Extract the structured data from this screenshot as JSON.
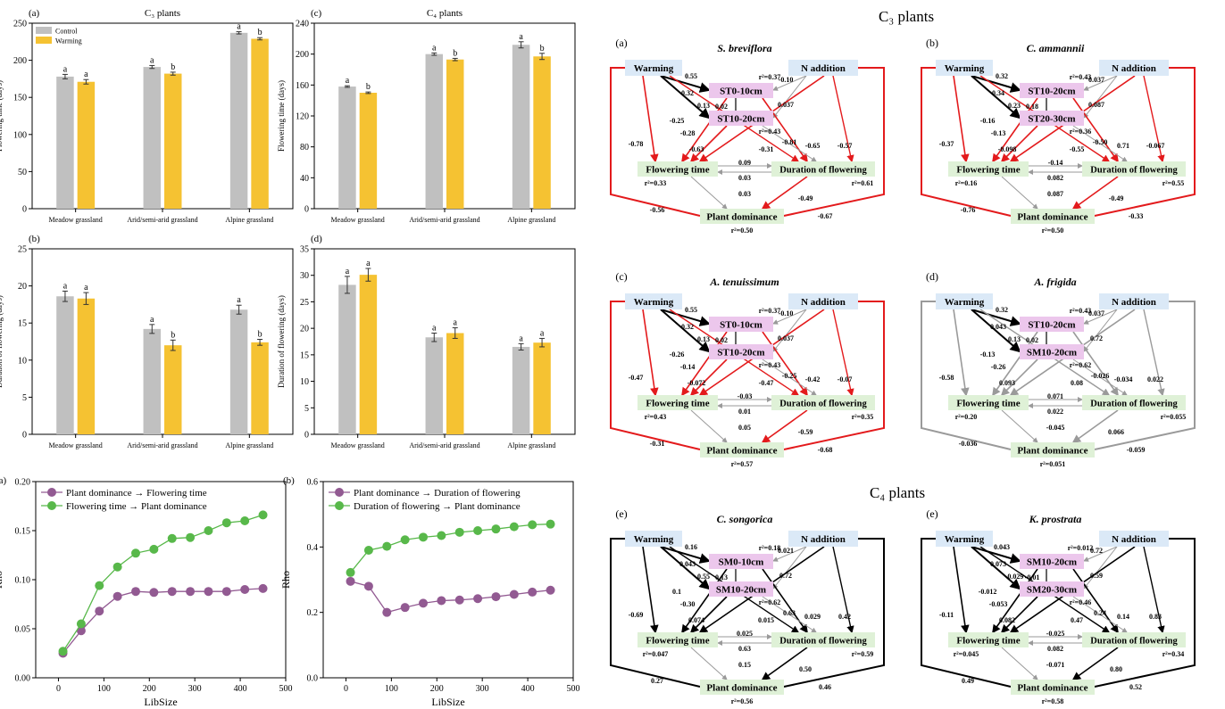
{
  "c3_heading": "C₃ plants",
  "c4_heading": "C₄ plants",
  "charts": [
    {
      "id": "fl_c3",
      "panel": "(a)",
      "title": "C₃ plants",
      "ylabel": "Flowering time (days)"
    },
    {
      "id": "fl_c4",
      "panel": "(c)",
      "title": "C₄ plants",
      "ylabel": "Flowering time (days)"
    },
    {
      "id": "du_c3",
      "panel": "(b)",
      "title": "",
      "ylabel": "Duration of flowering (days)"
    },
    {
      "id": "du_c4",
      "panel": "(d)",
      "title": "",
      "ylabel": "Duration of flowering (days)"
    },
    {
      "id": "rho1",
      "panel": "(a)",
      "title": "",
      "ylabel": "Rho",
      "xlabel": "LibSize"
    },
    {
      "id": "rho2",
      "panel": "(b)",
      "title": "",
      "ylabel": "Rho",
      "xlabel": "LibSize"
    }
  ],
  "chart_data": [
    {
      "type": "bar",
      "id": "fl_c3",
      "categories": [
        "Meadow grassland",
        "Arid/semi-arid grassland",
        "Alpine grassland"
      ],
      "series": [
        {
          "name": "Control",
          "values": [
            178,
            191,
            237
          ],
          "errors": [
            3,
            2,
            1.5
          ],
          "letters": [
            "a",
            "a",
            "a"
          ]
        },
        {
          "name": "Warming",
          "values": [
            171,
            182,
            229
          ],
          "errors": [
            3,
            2,
            1.5
          ],
          "letters": [
            "a",
            "b",
            "b"
          ]
        }
      ],
      "ylim": [
        0,
        250
      ],
      "yticks": [
        0,
        50,
        100,
        150,
        200,
        250
      ],
      "legend": "top-left"
    },
    {
      "type": "bar",
      "id": "fl_c4",
      "categories": [
        "Meadow grassland",
        "Arid/semi-arid grassland",
        "Alpine grassland"
      ],
      "series": [
        {
          "name": "Control",
          "values": [
            158,
            200,
            212
          ],
          "errors": [
            1,
            1.5,
            4
          ],
          "letters": [
            "a",
            "a",
            "a"
          ]
        },
        {
          "name": "Warming",
          "values": [
            150,
            193,
            197
          ],
          "errors": [
            1,
            1.5,
            4
          ],
          "letters": [
            "b",
            "b",
            "b"
          ]
        }
      ],
      "ylim": [
        0,
        240
      ],
      "yticks": [
        0,
        40,
        80,
        120,
        160,
        200,
        240
      ]
    },
    {
      "type": "bar",
      "id": "du_c3",
      "categories": [
        "Meadow grassland",
        "Arid/semi-arid grassland",
        "Alpine grassland"
      ],
      "series": [
        {
          "name": "Control",
          "values": [
            18.6,
            14.2,
            16.8
          ],
          "errors": [
            0.7,
            0.6,
            0.6
          ],
          "letters": [
            "a",
            "a",
            "a"
          ]
        },
        {
          "name": "Warming",
          "values": [
            18.3,
            12.0,
            12.4
          ],
          "errors": [
            0.8,
            0.7,
            0.4
          ],
          "letters": [
            "a",
            "b",
            "b"
          ]
        }
      ],
      "ylim": [
        0,
        25
      ],
      "yticks": [
        0,
        5,
        10,
        15,
        20,
        25
      ]
    },
    {
      "type": "bar",
      "id": "du_c4",
      "categories": [
        "Meadow grassland",
        "Arid/semi-arid grassland",
        "Alpine grassland"
      ],
      "series": [
        {
          "name": "Control",
          "values": [
            28.2,
            18.3,
            16.5
          ],
          "errors": [
            1.6,
            0.8,
            0.6
          ],
          "letters": [
            "a",
            "a",
            "a"
          ]
        },
        {
          "name": "Warming",
          "values": [
            30.1,
            19.1,
            17.3
          ],
          "errors": [
            1.2,
            1.0,
            0.8
          ],
          "letters": [
            "a",
            "a",
            "a"
          ]
        }
      ],
      "ylim": [
        0,
        35
      ],
      "yticks": [
        0,
        5,
        10,
        15,
        20,
        25,
        30,
        35
      ]
    },
    {
      "type": "line",
      "id": "rho1",
      "x": [
        10,
        50,
        90,
        130,
        170,
        210,
        250,
        290,
        330,
        370,
        410,
        450
      ],
      "series": [
        {
          "name": "Plant dominance → Flowering time",
          "values": [
            0.025,
            0.048,
            0.068,
            0.083,
            0.088,
            0.087,
            0.088,
            0.088,
            0.088,
            0.088,
            0.09,
            0.091
          ]
        },
        {
          "name": "Flowering time → Plant dominance",
          "values": [
            0.027,
            0.055,
            0.094,
            0.113,
            0.127,
            0.131,
            0.142,
            0.143,
            0.15,
            0.158,
            0.16,
            0.166
          ]
        }
      ],
      "xlim": [
        -50,
        500
      ],
      "xticks": [
        0,
        100,
        200,
        300,
        400,
        500
      ],
      "ylim": [
        0,
        0.2
      ],
      "yticks": [
        0.0,
        0.05,
        0.1,
        0.15,
        0.2
      ],
      "legend": "top-left"
    },
    {
      "type": "line",
      "id": "rho2",
      "x": [
        10,
        50,
        90,
        130,
        170,
        210,
        250,
        290,
        330,
        370,
        410,
        450
      ],
      "series": [
        {
          "name": "Plant dominance → Duration of flowering",
          "values": [
            0.295,
            0.28,
            0.2,
            0.215,
            0.228,
            0.236,
            0.238,
            0.242,
            0.248,
            0.255,
            0.262,
            0.268
          ]
        },
        {
          "name": "Duration of flowering → Plant dominance",
          "values": [
            0.322,
            0.39,
            0.402,
            0.422,
            0.43,
            0.435,
            0.445,
            0.45,
            0.455,
            0.462,
            0.468,
            0.47
          ]
        }
      ],
      "xlim": [
        -50,
        500
      ],
      "xticks": [
        0,
        100,
        200,
        300,
        400,
        500
      ],
      "ylim": [
        0,
        0.6
      ],
      "yticks": [
        0.0,
        0.2,
        0.4,
        0.6
      ],
      "legend": "top-left"
    }
  ],
  "diagrams": [
    {
      "id": "d1",
      "panel": "(a)",
      "species": "S. breviflora",
      "st1": "ST0-10cm",
      "st2": "ST10-20cm",
      "r_st1": "r²=0.37",
      "r_st2": "r²=0.43",
      "r_ft": "r²=0.33",
      "r_df": "r²=0.61",
      "r_pd": "r²=0.50",
      "labels": [
        "0.55",
        "0.32",
        "0.13",
        "0.02",
        "-0.25",
        "-0.28",
        "-0.63",
        "-0.10",
        "0.037",
        "-0.81",
        "-0.31",
        "-0.65",
        "-0.57",
        "-0.78",
        "0.09",
        "0.03",
        "0.03",
        "-0.49",
        "-0.56",
        "-0.67"
      ]
    },
    {
      "id": "d2",
      "panel": "(b)",
      "species": "C. ammannii",
      "st1": "ST10-20cm",
      "st2": "ST20-30cm",
      "r_st1": "r²=0.43",
      "r_st2": "r²=0.36",
      "r_ft": "r²=0.16",
      "r_df": "r²=0.55",
      "r_pd": "r²=0.50",
      "labels": [
        "0.32",
        "0.34",
        "0.23",
        "0.18",
        "-0.16",
        "-0.13",
        "-0.098",
        "0.037",
        "0.087",
        "-0.50",
        "-0.55",
        "0.71",
        "-0.067",
        "-0.37",
        "-0.14",
        "0.082",
        "0.087",
        "-0.49",
        "-0.76",
        "-0.33"
      ]
    },
    {
      "id": "d3",
      "panel": "(c)",
      "species": "A. tenuissimum",
      "st1": "ST0-10cm",
      "st2": "ST10-20cm",
      "r_st1": "r²=0.37",
      "r_st2": "r²=0.43",
      "r_ft": "r²=0.43",
      "r_df": "r²=0.35",
      "r_pd": "r²=0.57",
      "labels": [
        "0.55",
        "0.32",
        "0.13",
        "0.02",
        "-0.26",
        "-0.14",
        "-0.072",
        "-0.10",
        "0.037",
        "-0.25",
        "-0.47",
        "-0.42",
        "-0.07",
        "-0.47",
        "-0.03",
        "0.01",
        "0.05",
        "-0.59",
        "-0.31",
        "-0.68"
      ]
    },
    {
      "id": "d4",
      "panel": "(d)",
      "species": "A. frigida",
      "st1": "ST10-20cm",
      "st2": "SM10-20cm",
      "r_st1": "r²=0.43",
      "r_st2": "r²=0.62",
      "r_ft": "r²=0.20",
      "r_df": "r²=0.055",
      "r_pd": "r²=0.051",
      "labels": [
        "0.32",
        "0.043",
        "0.13",
        "0.02",
        "-0.13",
        "-0.26",
        "0.093",
        "0.037",
        "0.72",
        "-0.026",
        "0.08",
        "-0.034",
        "0.022",
        "-0.58",
        "0.071",
        "0.022",
        "-0.045",
        "0.066",
        "-0.036",
        "-0.059"
      ]
    },
    {
      "id": "d5",
      "panel": "(e)",
      "species": "C. songorica",
      "st1": "SM0-10cm",
      "st2": "SM10-20cm",
      "r_st1": "r²=0.18",
      "r_st2": "r²=0.62",
      "r_ft": "r²=0.047",
      "r_df": "r²=0.59",
      "r_pd": "r²=0.56",
      "labels": [
        "0.16",
        "0.043",
        "0.55",
        "0.13",
        "0.1",
        "-0.30",
        "0.074",
        "0.021",
        "0.72",
        "0.63",
        "0.015",
        "0.029",
        "0.42",
        "-0.69",
        "0.025",
        "0.63",
        "0.15",
        "0.50",
        "0.27",
        "0.46"
      ]
    },
    {
      "id": "d6",
      "panel": "(e)",
      "species": "K. prostrata",
      "st1": "SM10-20cm",
      "st2": "SM20-30cm",
      "r_st1": "r²=0.012",
      "r_st2": "r²=0.46",
      "r_ft": "r²=0.045",
      "r_df": "r²=0.34",
      "r_pd": "r²=0.58",
      "labels": [
        "0.043",
        "0.073",
        "-0.029",
        "-0.01",
        "-0.012",
        "-0.053",
        "0.082",
        "0.72",
        "0.59",
        "0.24",
        "0.47",
        "0.14",
        "0.83",
        "-0.11",
        "-0.025",
        "0.082",
        "-0.071",
        "0.80",
        "0.49",
        "0.52"
      ]
    }
  ],
  "node_labels": {
    "warming": "Warming",
    "n_addition": "N addition",
    "flowering_time": "Flowering time",
    "duration": "Duration of flowering",
    "dominance": "Plant dominance"
  },
  "colors": {
    "control": "#c0c0c0",
    "warming": "#f5c232",
    "green": "#58b84a",
    "purple": "#925a92",
    "red": "#e31a1c",
    "node_blue": "#dbe9f7",
    "node_pink": "#ecc7ec",
    "node_green": "#dff1d7"
  }
}
